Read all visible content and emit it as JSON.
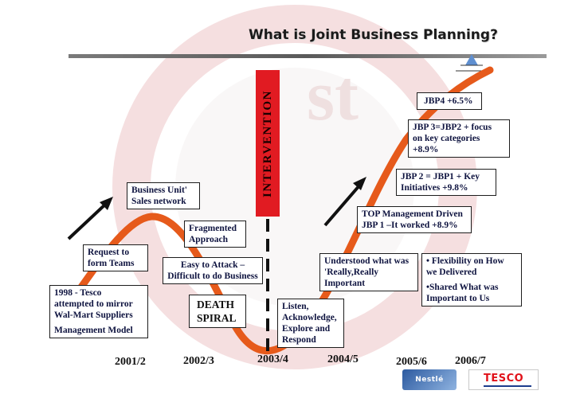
{
  "title": "What is Joint Business Planning?",
  "intervention_label": "INTERVENTION",
  "colors": {
    "curve": "#e65a1b",
    "intervention": "#e11b22",
    "text_navy": "#0f1440",
    "tesco_red": "#e1121a",
    "tesco_blue": "#1c3c8c"
  },
  "timeline": [
    "2001/2",
    "2002/3",
    "2003/4",
    "2004/5",
    "2005/6",
    "2006/7"
  ],
  "boxes": {
    "start": [
      "1998 - Tesco",
      "attempted to mirror",
      "Wal-Mart Suppliers",
      "Management Model"
    ],
    "request": [
      "Request to",
      "form Teams"
    ],
    "business_unit": [
      "Business Unit'",
      "Sales network"
    ],
    "fragmented": [
      "Fragmented",
      "Approach"
    ],
    "easy_attack": [
      "Easy to Attack –",
      "Difficult to do Business"
    ],
    "death_spiral": [
      "DEATH",
      "SPIRAL"
    ],
    "listen": [
      "Listen,",
      "Acknowledge,",
      "Explore and",
      "Respond"
    ],
    "understood": [
      "Understood what was",
      "'Really,Really",
      "Important"
    ],
    "flexibility": [
      "• Flexibility on How",
      "we Delivered",
      "•Shared What was",
      "Important to Us"
    ],
    "top_mgmt": [
      "TOP Management Driven",
      "JBP 1 –It worked +8.9%"
    ],
    "jbp2": [
      "JBP 2 = JBP1 + Key",
      "Initiatives +9.8%"
    ],
    "jbp3": [
      "JBP 3=JBP2 + focus",
      "on  key categories",
      "+8.9%"
    ],
    "jbp4": [
      "JBP4 +6.5%"
    ]
  },
  "logos": {
    "nestle": "Nestlé",
    "tesco": "TESCO"
  }
}
